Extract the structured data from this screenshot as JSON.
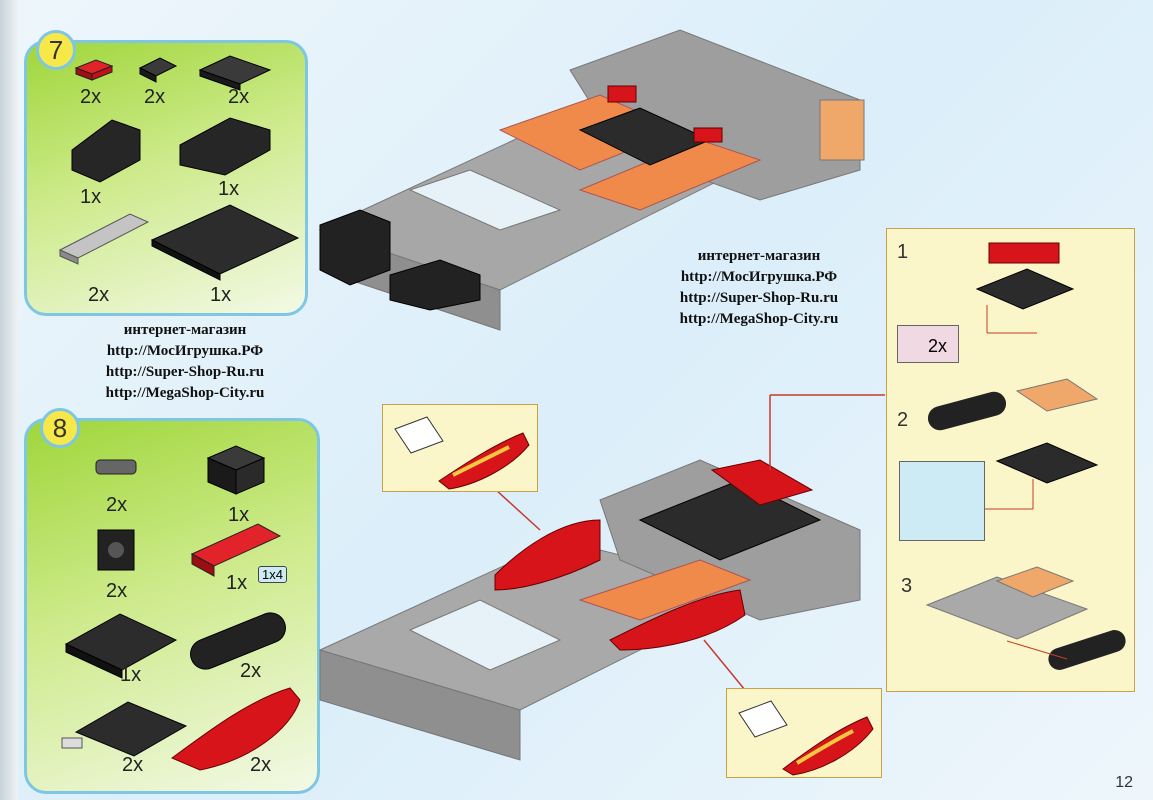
{
  "step7": {
    "number": "7",
    "quantities": [
      "2x",
      "2x",
      "2x",
      "1x",
      "1x",
      "2x",
      "1x"
    ]
  },
  "step8": {
    "number": "8",
    "quantities": [
      "2x",
      "1x",
      "2x",
      "1x",
      "1x",
      "2x",
      "2x",
      "2x"
    ],
    "size_label": "1x4"
  },
  "shop_left": {
    "line1": "интернет-магазин",
    "line2": "http://МосИгрушка.РФ",
    "line3": "http://Super-Shop-Ru.ru",
    "line4": "http://MegaShop-City.ru"
  },
  "shop_right": {
    "line1": "интернет-магазин",
    "line2": "http://МосИгрушка.РФ",
    "line3": "http://Super-Shop-Ru.ru",
    "line4": "http://MegaShop-City.ru"
  },
  "substeps": {
    "s1": "1",
    "s2": "2",
    "s3": "3",
    "inset_qty": "2x"
  },
  "page_number": "12",
  "colors": {
    "panel_border": "#7ec7e4",
    "badge": "#f7e84a",
    "grey_brick": "#9a9a9a",
    "black_brick": "#2a2a2a",
    "red_brick": "#d8141b",
    "orange_brick": "#f08a4b",
    "callout_bg": "#fbf6c9"
  }
}
